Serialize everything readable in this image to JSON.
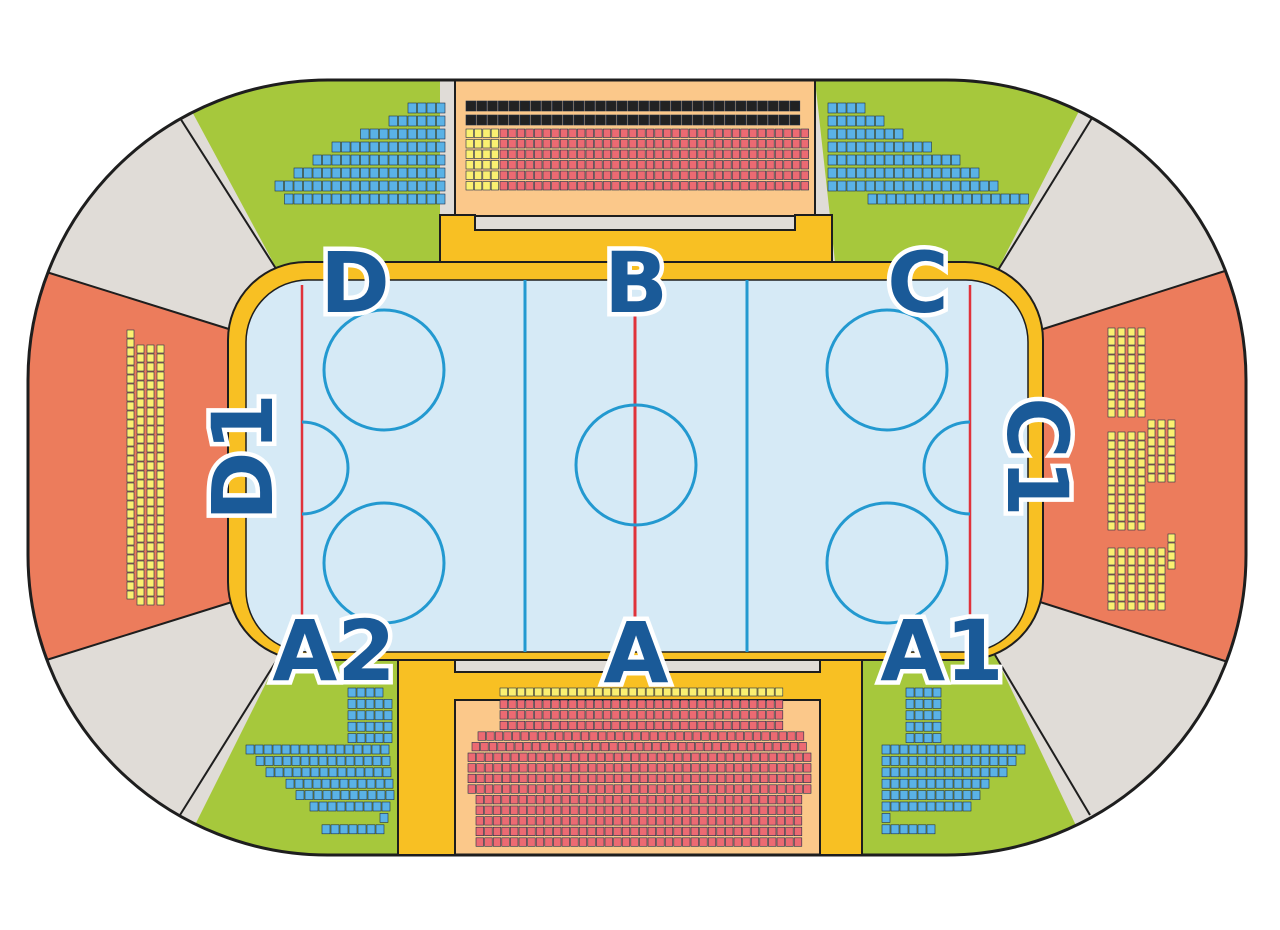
{
  "map": {
    "colors": {
      "outline": "#1e1e1e",
      "green": "#a6c83c",
      "gray": "#e0dcd7",
      "salmon": "#ec7c5c",
      "orange": "#fbc88a",
      "yellow": "#f8c023",
      "ice": "#d6eaf6",
      "rink_line": "#2399d0",
      "red_line": "#e0323a",
      "label": "#1a5a98",
      "seat_blue": "#5ab2e6",
      "seat_red": "#ec6a72",
      "seat_yellow": "#fbf071",
      "seat_black": "#222222"
    },
    "sections": {
      "A": "A",
      "A1": "A1",
      "A2": "A2",
      "B": "B",
      "C": "C",
      "C1": "C1",
      "D": "D",
      "D1": "D1"
    }
  }
}
